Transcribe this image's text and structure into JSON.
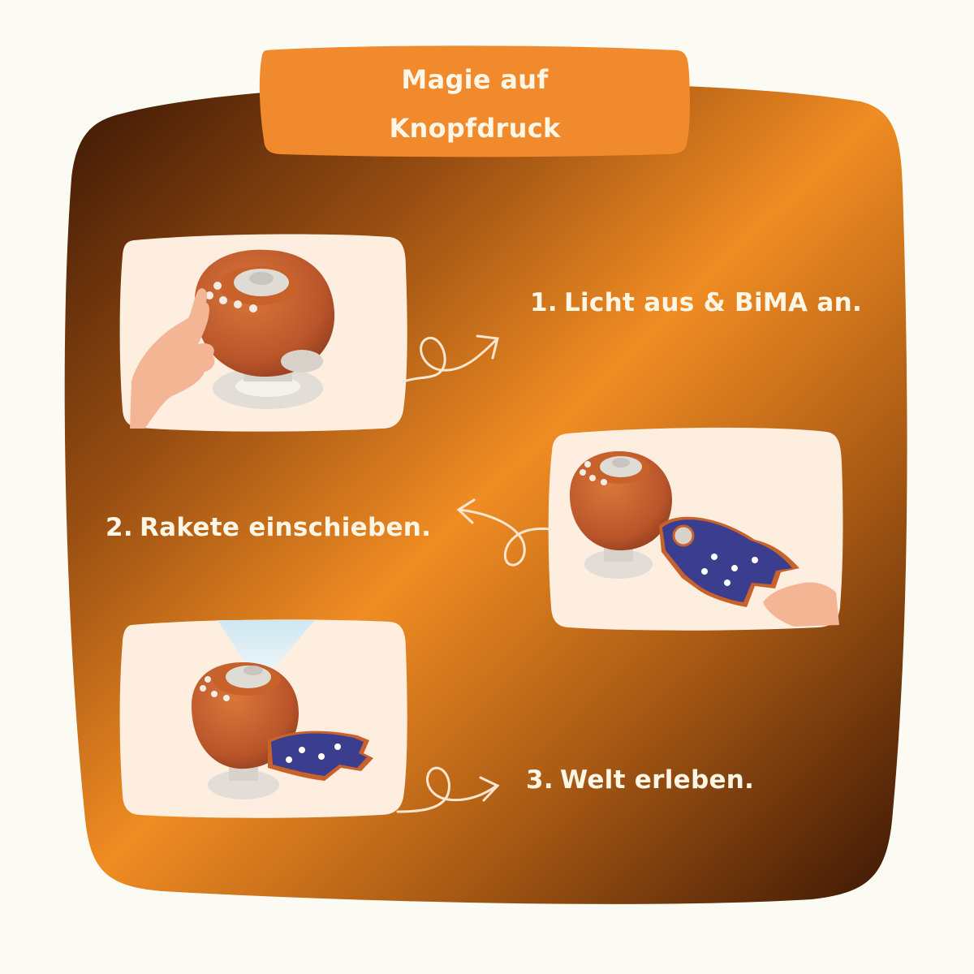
{
  "title": {
    "line1": "Magie auf",
    "line2": "Knopfdruck"
  },
  "steps": [
    {
      "number": "1.",
      "text": "Licht aus & BiMA an."
    },
    {
      "number": "2.",
      "text": "Rakete einschieben."
    },
    {
      "number": "3.",
      "text": "Welt erleben."
    }
  ],
  "colors": {
    "background": "#fcfbf3",
    "blob_dark": "#3a1605",
    "blob_orange": "#f08c23",
    "title_badge": "#f08a2c",
    "card": "#fdeee0",
    "text_light": "#fff6e6",
    "projector_body": "#c8622a",
    "rocket": "#3b3d8e"
  }
}
